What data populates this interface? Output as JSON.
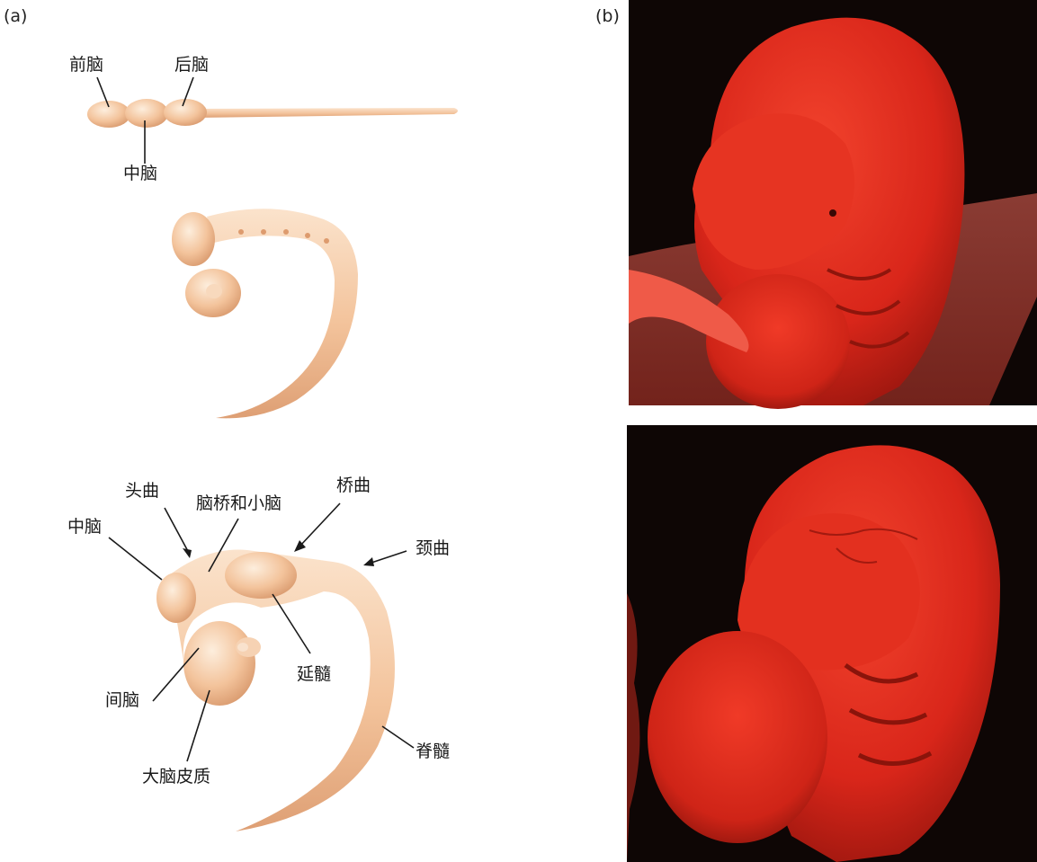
{
  "panel_a": {
    "letter": "(a)",
    "stage1": {
      "forebrain": "前脑",
      "hindbrain": "后脑",
      "midbrain": "中脑"
    },
    "stage3": {
      "cephalic_flexure": "头曲",
      "pons_cerebellum": "脑桥和小脑",
      "pontine_flexure": "桥曲",
      "midbrain": "中脑",
      "cervical_flexure": "颈曲",
      "medulla": "延髓",
      "diencephalon": "间脑",
      "spinal_cord": "脊髓",
      "cerebral_cortex": "大脑皮质"
    }
  },
  "panel_b": {
    "letter": "(b)"
  },
  "colors": {
    "tissue": "#f3c7a0",
    "tissue_shadow": "#dea27a",
    "photo_red": "#e5281a",
    "photo_bg": "#0e0605"
  }
}
